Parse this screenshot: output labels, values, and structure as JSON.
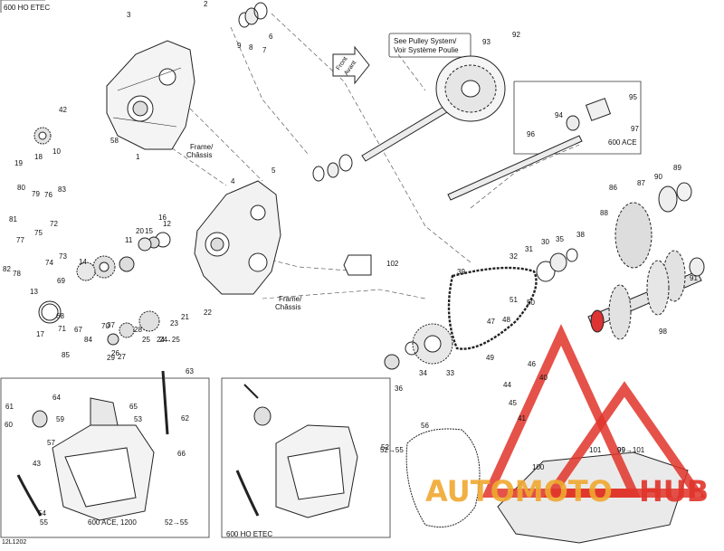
{
  "diagram": {
    "code": "12L1202",
    "engine_header": "600 HO ETEC",
    "pulley_note_line1": "See Pulley System/",
    "pulley_note_line2": "Voir Système Poulie",
    "front_line1": "Front",
    "front_line2": "Avant",
    "frame_line1": "Frame/",
    "frame_line2": "Châssis",
    "ace_label": "600 ACE",
    "inset_left_caption": "600 ACE, 1200",
    "inset_right_caption": "600 HO ETEC"
  },
  "watermark": {
    "brand_part1": "AUTOMOTO",
    "brand_part2": "HUB",
    "color_red": "#e0342a",
    "color_orange": "#f0a830"
  },
  "callouts": [
    "1",
    "2",
    "3",
    "4",
    "5",
    "6",
    "7",
    "8",
    "9",
    "10",
    "11",
    "12",
    "13",
    "14",
    "15",
    "16",
    "17",
    "18",
    "19",
    "20",
    "21",
    "22",
    "23",
    "24",
    "25",
    "26",
    "27",
    "28",
    "29",
    "30",
    "31",
    "32",
    "33",
    "34",
    "35",
    "36",
    "37",
    "38",
    "39",
    "40",
    "41",
    "42",
    "43",
    "44",
    "45",
    "46",
    "47",
    "48",
    "49",
    "50",
    "51",
    "52",
    "53",
    "54",
    "55",
    "56",
    "57",
    "58",
    "59",
    "60",
    "61",
    "62",
    "63",
    "64",
    "65",
    "66",
    "67",
    "68",
    "69",
    "70",
    "71",
    "72",
    "73",
    "74",
    "75",
    "76",
    "77",
    "78",
    "79",
    "80",
    "81",
    "82",
    "83",
    "84",
    "85",
    "86",
    "87",
    "88",
    "89",
    "90",
    "91",
    "92",
    "93",
    "94",
    "95",
    "96",
    "97",
    "98",
    "99",
    "100",
    "101",
    "102"
  ],
  "arrow_refs": [
    "24→25",
    "52→55",
    "99→101"
  ]
}
